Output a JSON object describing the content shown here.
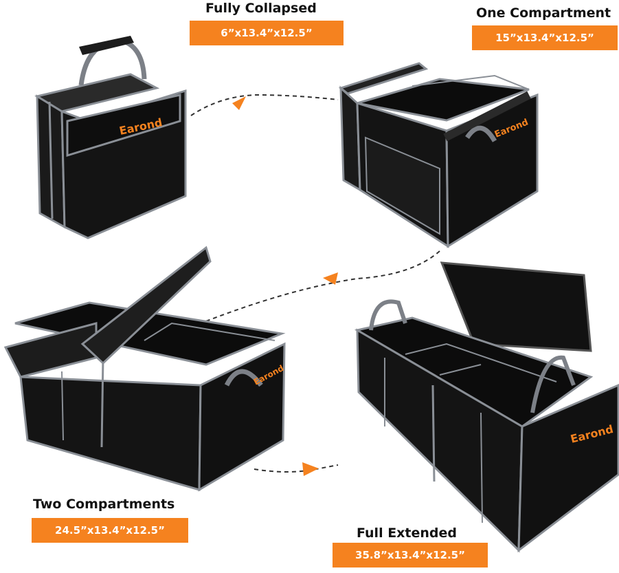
{
  "stages": [
    {
      "title": "Fully Collapsed",
      "dimensions": "6”x13.4”x12.5”"
    },
    {
      "title": "One Compartment",
      "dimensions": "15”x13.4”x12.5”"
    },
    {
      "title": "Two Compartments",
      "dimensions": "24.5”x13.4”x12.5”"
    },
    {
      "title": "Full Extended",
      "dimensions": "35.8”x13.4”x12.5”"
    }
  ],
  "brand": "Earond",
  "colors": {
    "accent": "#f5821f",
    "bag": "#141414",
    "trim": "#8a8f96"
  }
}
